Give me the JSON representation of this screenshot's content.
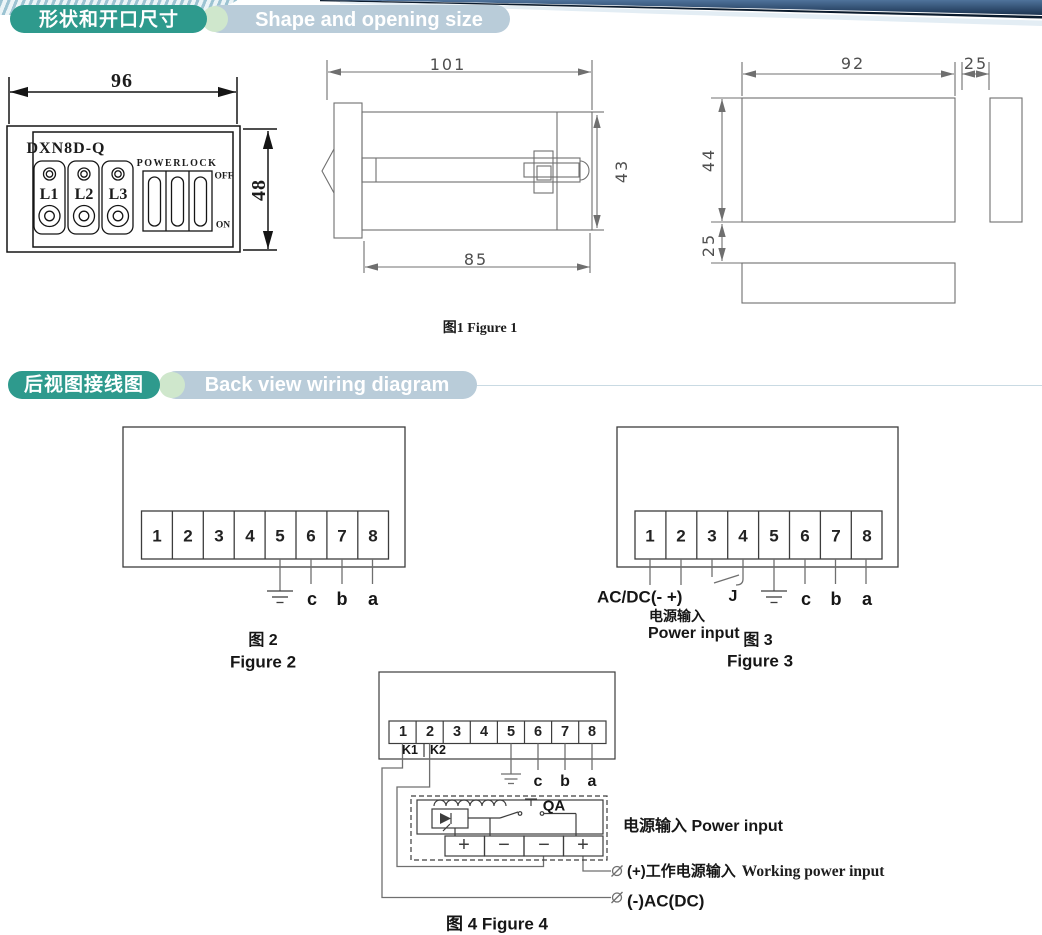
{
  "header": {
    "section1_cn": "形状和开口尺寸",
    "section1_en": "Shape and opening size",
    "section2_cn": "后视图接线图",
    "section2_en": "Back view wiring diagram"
  },
  "figure1": {
    "caption": "图1 Figure 1",
    "front": {
      "model": "DXN8D-Q",
      "dim_width": "96",
      "dim_height": "48",
      "lamps": [
        "L1",
        "L2",
        "L3"
      ],
      "powerlock": "POWERLOCK",
      "off": "OFF",
      "on": "ON"
    },
    "side": {
      "dim_total_depth": "101",
      "dim_height": "43",
      "dim_body_depth": "85"
    },
    "cutout": {
      "dim_width": "92",
      "dim_side": "25",
      "dim_height": "44",
      "dim_gap": "25"
    }
  },
  "figure2": {
    "terminals": [
      "1",
      "2",
      "3",
      "4",
      "5",
      "6",
      "7",
      "8"
    ],
    "pins": [
      "c",
      "b",
      "a"
    ],
    "caption_cn": "图 2",
    "caption_en": "Figure 2"
  },
  "figure3": {
    "terminals": [
      "1",
      "2",
      "3",
      "4",
      "5",
      "6",
      "7",
      "8"
    ],
    "pins": [
      "c",
      "b",
      "a"
    ],
    "power_terms": "AC/DC(- +)",
    "relay": "J",
    "power_cn": "电源输入",
    "power_en": "Power input",
    "caption_cn": "图 3",
    "caption_en": "Figure 3"
  },
  "figure4": {
    "terminals": [
      "1",
      "2",
      "3",
      "4",
      "5",
      "6",
      "7",
      "8"
    ],
    "k1": "K1",
    "k2": "K2",
    "pins": [
      "c",
      "b",
      "a"
    ],
    "switch": "QA",
    "polarity": [
      "+",
      "−",
      "−",
      "+"
    ],
    "power_input": "电源输入 Power input",
    "working_cn": "(+)工作电源输入",
    "working_en": "Working power input",
    "negative": "(-)AC(DC)",
    "caption": "图 4 Figure 4"
  }
}
